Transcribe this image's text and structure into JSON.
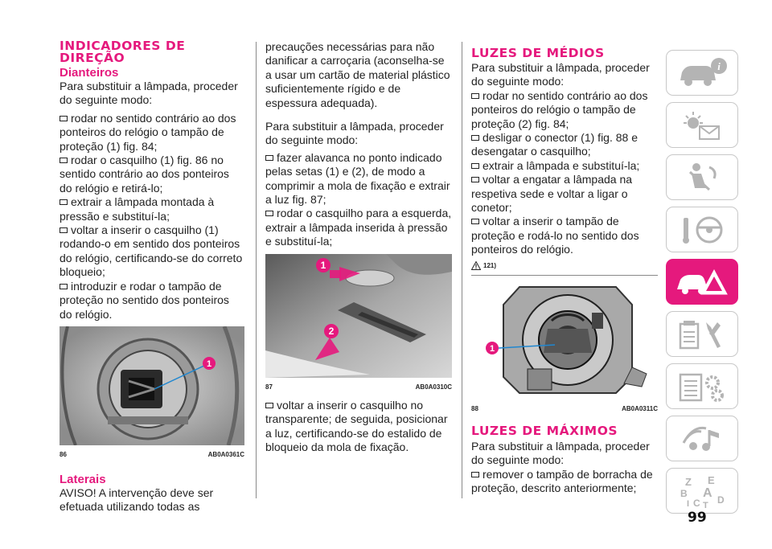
{
  "col1": {
    "title": "INDICADORES DE DIREÇÃO",
    "sub1": "Dianteiros",
    "intro": "Para substituir a lâmpada, proceder do seguinte modo:",
    "bullets": [
      "rodar no sentido contrário ao dos ponteiros do relógio o tampão de proteção (1) fig. 84;",
      "rodar o casquilho (1) fig. 86 no sentido contrário ao dos ponteiros do relógio e retirá-lo;",
      "extrair a lâmpada montada à pressão e substituí-la;",
      "voltar a inserir o casquilho (1) rodando-o em sentido dos ponteiros do relógio, certificando-se do correto bloqueio;",
      "introduzir e rodar o tampão de proteção no sentido dos ponteiros do relógio."
    ],
    "fig_num": "86",
    "fig_code": "AB0A0361C",
    "callout": "1",
    "sub2": "Laterais",
    "aviso": "AVISO! A intervenção deve ser efetuada utilizando todas as"
  },
  "col2": {
    "continued": "precauções necessárias para não danificar a carroçaria (aconselha-se a usar um cartão de material plástico suficientemente rígido e de espessura adequada).",
    "intro": "Para substituir a lâmpada, proceder do seguinte modo:",
    "bullets": [
      "fazer alavanca no ponto indicado pelas setas (1) e (2), de modo a comprimir a mola de fixação e extrair a luz fig. 87;",
      "rodar o casquilho para a esquerda, extrair a lâmpada inserida à pressão e substituí-la;"
    ],
    "fig_num": "87",
    "fig_code": "AB0A0310C",
    "callout1": "1",
    "callout2": "2",
    "bullets_after": [
      "voltar a inserir o casquilho no transparente; de seguida, posicionar a luz, certificando-se do estalido de bloqueio da mola de fixação."
    ]
  },
  "col3": {
    "title1": "LUZES DE MÉDIOS",
    "intro1": "Para substituir a lâmpada, proceder do seguinte modo:",
    "bullets1": [
      "rodar no sentido contrário ao dos ponteiros do relógio o tampão de proteção (2) fig. 84;",
      "desligar o conector (1) fig. 88 e desengatar o casquilho;",
      "extrair a lâmpada e substituí-la;",
      "voltar a engatar a lâmpada na respetiva sede e voltar a ligar o conetor;",
      "voltar a inserir o tampão de proteção e rodá-lo no sentido dos ponteiros do relógio."
    ],
    "warning_ref": "121)",
    "fig_num": "88",
    "fig_code": "AB0A0311C",
    "callout": "1",
    "title2": "LUZES DE MÁXIMOS",
    "intro2": "Para substituir a lâmpada, proceder do seguinte modo:",
    "bullets2": [
      "remover o tampão de borracha de proteção, descrito anteriormente;"
    ]
  },
  "sidebar": {
    "tabs": [
      {
        "icon": "car-info-icon"
      },
      {
        "icon": "dashboard-lights-icon"
      },
      {
        "icon": "safety-airbag-icon"
      },
      {
        "icon": "steering-driving-icon"
      },
      {
        "icon": "emergency-warning-icon",
        "active": true
      },
      {
        "icon": "maintenance-tools-icon"
      },
      {
        "icon": "technical-data-icon"
      },
      {
        "icon": "multimedia-icon"
      },
      {
        "icon": "index-letters-icon"
      }
    ],
    "index_letters": [
      "Z",
      "E",
      "B",
      "A",
      "I",
      "C",
      "T",
      "D"
    ]
  },
  "page_number": "99",
  "colors": {
    "accent": "#e5197d",
    "tab_border": "#c8c8c8",
    "icon_gray": "#b4b4b4"
  }
}
